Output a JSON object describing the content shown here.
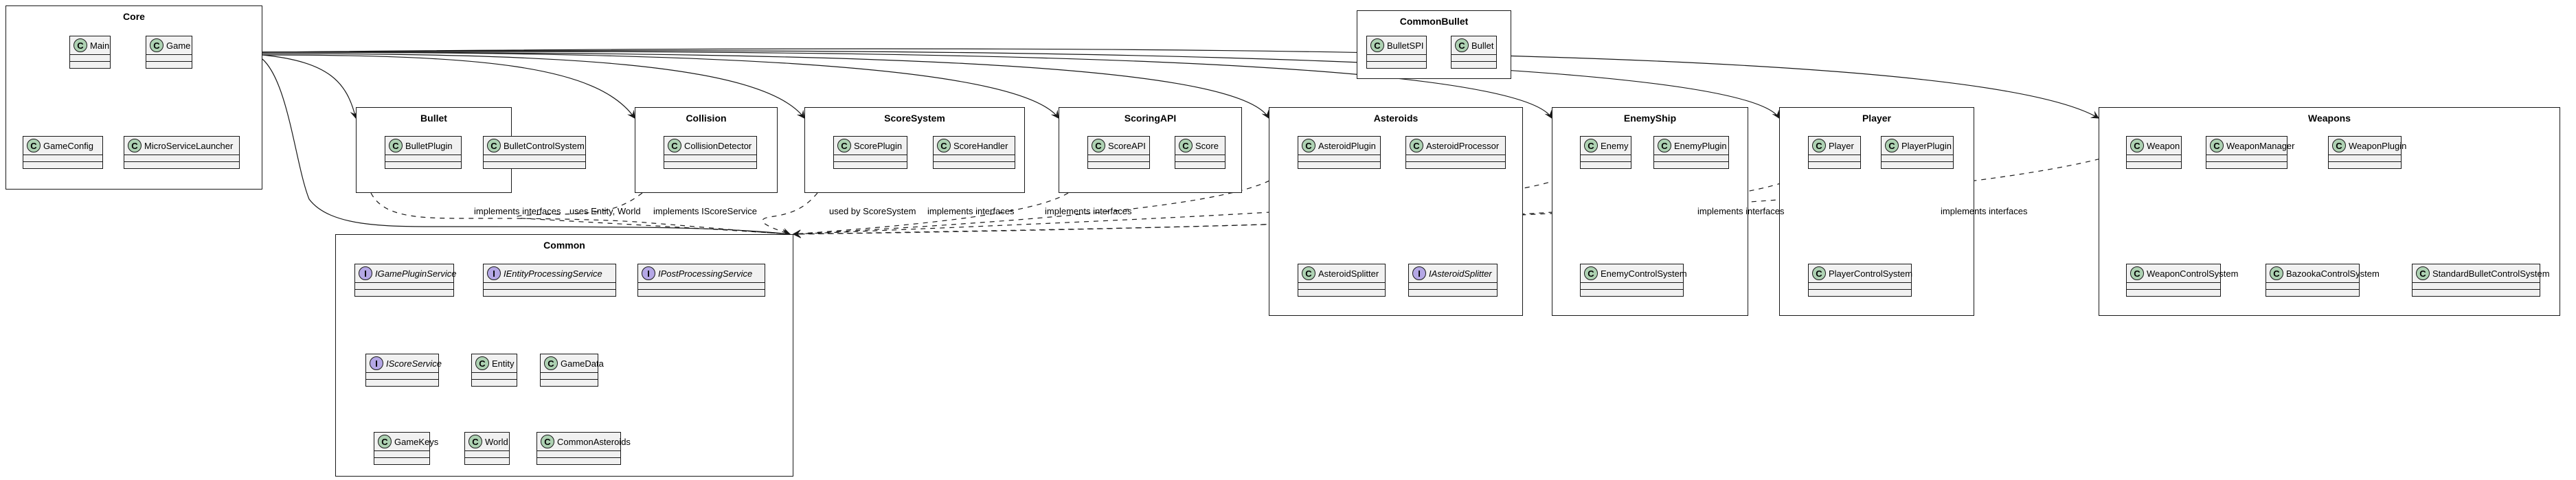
{
  "packages": [
    {
      "id": "core",
      "name": "Core",
      "classes": [
        {
          "name": "Main",
          "kind": "C"
        },
        {
          "name": "Game",
          "kind": "C"
        },
        {
          "name": "GameConfig",
          "kind": "C"
        },
        {
          "name": "MicroServiceLauncher",
          "kind": "C"
        }
      ]
    },
    {
      "id": "commonbullet",
      "name": "CommonBullet",
      "classes": [
        {
          "name": "BulletSPI",
          "kind": "C"
        },
        {
          "name": "Bullet",
          "kind": "C"
        }
      ]
    },
    {
      "id": "bullet",
      "name": "Bullet",
      "classes": [
        {
          "name": "BulletPlugin",
          "kind": "C"
        },
        {
          "name": "BulletControlSystem",
          "kind": "C"
        }
      ]
    },
    {
      "id": "collision",
      "name": "Collision",
      "classes": [
        {
          "name": "CollisionDetector",
          "kind": "C"
        }
      ]
    },
    {
      "id": "scoresystem",
      "name": "ScoreSystem",
      "classes": [
        {
          "name": "ScorePlugin",
          "kind": "C"
        },
        {
          "name": "ScoreHandler",
          "kind": "C"
        }
      ]
    },
    {
      "id": "scoringapi",
      "name": "ScoringAPI",
      "classes": [
        {
          "name": "ScoreAPI",
          "kind": "C"
        },
        {
          "name": "Score",
          "kind": "C"
        }
      ]
    },
    {
      "id": "asteroids",
      "name": "Asteroids",
      "classes": [
        {
          "name": "AsteroidPlugin",
          "kind": "C"
        },
        {
          "name": "AsteroidProcessor",
          "kind": "C"
        },
        {
          "name": "AsteroidSplitter",
          "kind": "C"
        },
        {
          "name": "IAsteroidSplitter",
          "kind": "I"
        }
      ]
    },
    {
      "id": "enemyship",
      "name": "EnemyShip",
      "classes": [
        {
          "name": "Enemy",
          "kind": "C"
        },
        {
          "name": "EnemyPlugin",
          "kind": "C"
        },
        {
          "name": "EnemyControlSystem",
          "kind": "C"
        }
      ]
    },
    {
      "id": "player",
      "name": "Player",
      "classes": [
        {
          "name": "Player",
          "kind": "C"
        },
        {
          "name": "PlayerPlugin",
          "kind": "C"
        },
        {
          "name": "PlayerControlSystem",
          "kind": "C"
        }
      ]
    },
    {
      "id": "weapons",
      "name": "Weapons",
      "classes": [
        {
          "name": "Weapon",
          "kind": "C"
        },
        {
          "name": "WeaponManager",
          "kind": "C"
        },
        {
          "name": "WeaponPlugin",
          "kind": "C"
        },
        {
          "name": "WeaponControlSystem",
          "kind": "C"
        },
        {
          "name": "BazookaControlSystem",
          "kind": "C"
        },
        {
          "name": "StandardBulletControlSystem",
          "kind": "C"
        }
      ]
    },
    {
      "id": "common",
      "name": "Common",
      "classes": [
        {
          "name": "IGamePluginService",
          "kind": "I"
        },
        {
          "name": "IEntityProcessingService",
          "kind": "I"
        },
        {
          "name": "IPostProcessingService",
          "kind": "I"
        },
        {
          "name": "IScoreService",
          "kind": "I"
        },
        {
          "name": "Entity",
          "kind": "C"
        },
        {
          "name": "GameData",
          "kind": "C"
        },
        {
          "name": "GameKeys",
          "kind": "C"
        },
        {
          "name": "World",
          "kind": "C"
        },
        {
          "name": "CommonAsteroids",
          "kind": "C"
        }
      ]
    }
  ],
  "relations": [
    {
      "from": "Core",
      "to": "Bullet",
      "style": "solid",
      "label": ""
    },
    {
      "from": "Core",
      "to": "Collision",
      "style": "solid",
      "label": ""
    },
    {
      "from": "Core",
      "to": "ScoreSystem",
      "style": "solid",
      "label": ""
    },
    {
      "from": "Core",
      "to": "ScoringAPI",
      "style": "solid",
      "label": ""
    },
    {
      "from": "Core",
      "to": "Asteroids",
      "style": "solid",
      "label": ""
    },
    {
      "from": "Core",
      "to": "EnemyShip",
      "style": "solid",
      "label": ""
    },
    {
      "from": "Core",
      "to": "Player",
      "style": "solid",
      "label": ""
    },
    {
      "from": "Core",
      "to": "Weapons",
      "style": "solid",
      "label": ""
    },
    {
      "from": "Core",
      "to": "Common",
      "style": "solid",
      "label": ""
    },
    {
      "from": "Bullet",
      "to": "Common",
      "style": "dashed",
      "label": "implements interfaces"
    },
    {
      "from": "Collision",
      "to": "Common",
      "style": "dashed",
      "label": "uses Entity, World"
    },
    {
      "from": "ScoreSystem",
      "to": "Common",
      "style": "dashed",
      "label": "implements IScoreService"
    },
    {
      "from": "ScoringAPI",
      "to": "Common",
      "style": "dashed",
      "label": "used by ScoreSystem"
    },
    {
      "from": "Asteroids",
      "to": "Common",
      "style": "dashed",
      "label": "implements interfaces"
    },
    {
      "from": "EnemyShip",
      "to": "Common",
      "style": "dashed",
      "label": "implements interfaces"
    },
    {
      "from": "Player",
      "to": "Common",
      "style": "dashed",
      "label": "implements interfaces"
    },
    {
      "from": "Weapons",
      "to": "Common",
      "style": "dashed",
      "label": "implements interfaces"
    }
  ]
}
